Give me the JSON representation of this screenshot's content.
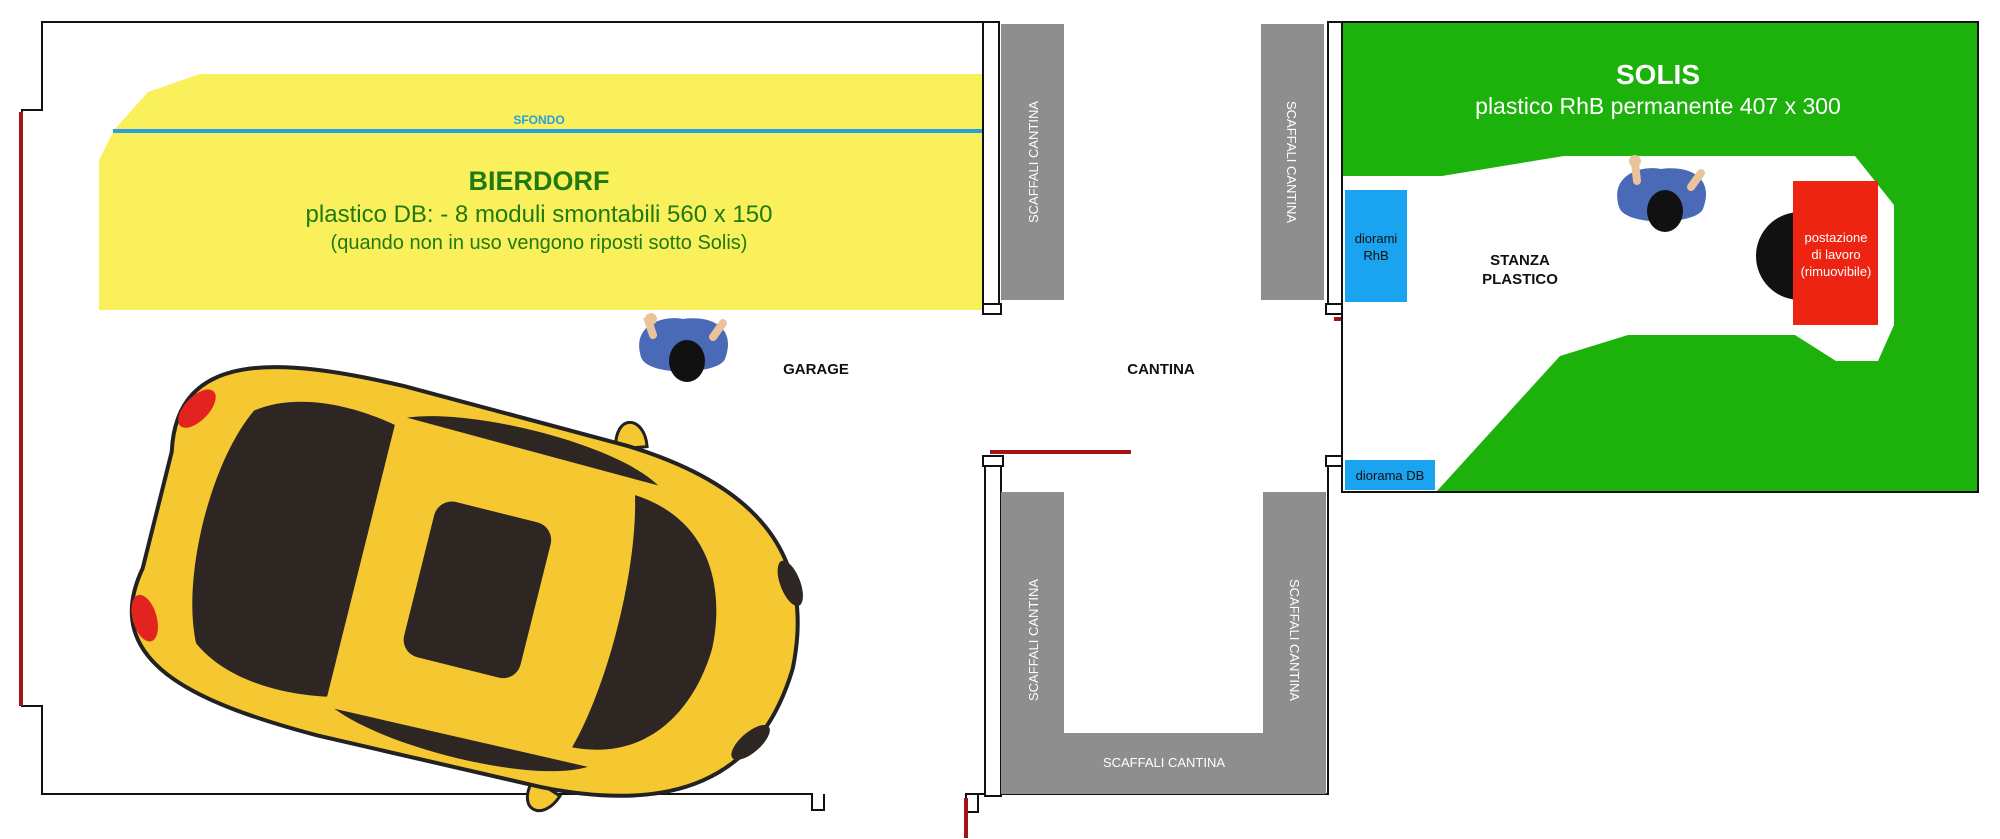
{
  "layout_labels": {
    "bierdorf_title": "BIERDORF",
    "bierdorf_line1": "plastico DB: - 8 moduli smontabili 560 x 150",
    "bierdorf_line2": "(quando non in uso vengono riposti sotto Solis)",
    "sfondo": "SFONDO",
    "garage": "GARAGE",
    "cantina": "CANTINA",
    "solis_title": "SOLIS",
    "solis_subtitle": "plastico RhB permanente 407 x 300",
    "stanza_line1": "STANZA",
    "stanza_line2": "PLASTICO",
    "diorami_rhb_line1": "diorami",
    "diorami_rhb_line2": "RhB",
    "diorama_db": "diorama DB",
    "postazione_line1": "postazione",
    "postazione_line2": "di lavoro",
    "postazione_line3": "(rimuovibile)",
    "scaffali": "SCAFFALI CANTINA"
  },
  "colors": {
    "bierdorf_fill": "#FAF05C",
    "bierdorf_text": "#1F7A12",
    "sfondo_line": "#2A9FE0",
    "solis_fill": "#1DB10C",
    "shelf_fill": "#8E8E8E",
    "diorama_blue": "#1AA3EE",
    "workstation_red": "#EE2412",
    "door_red": "#A31416",
    "car_yellow": "#F5C832",
    "car_dark": "#2E2622",
    "person_blue": "#4A6AB8",
    "wall": "#111111"
  }
}
